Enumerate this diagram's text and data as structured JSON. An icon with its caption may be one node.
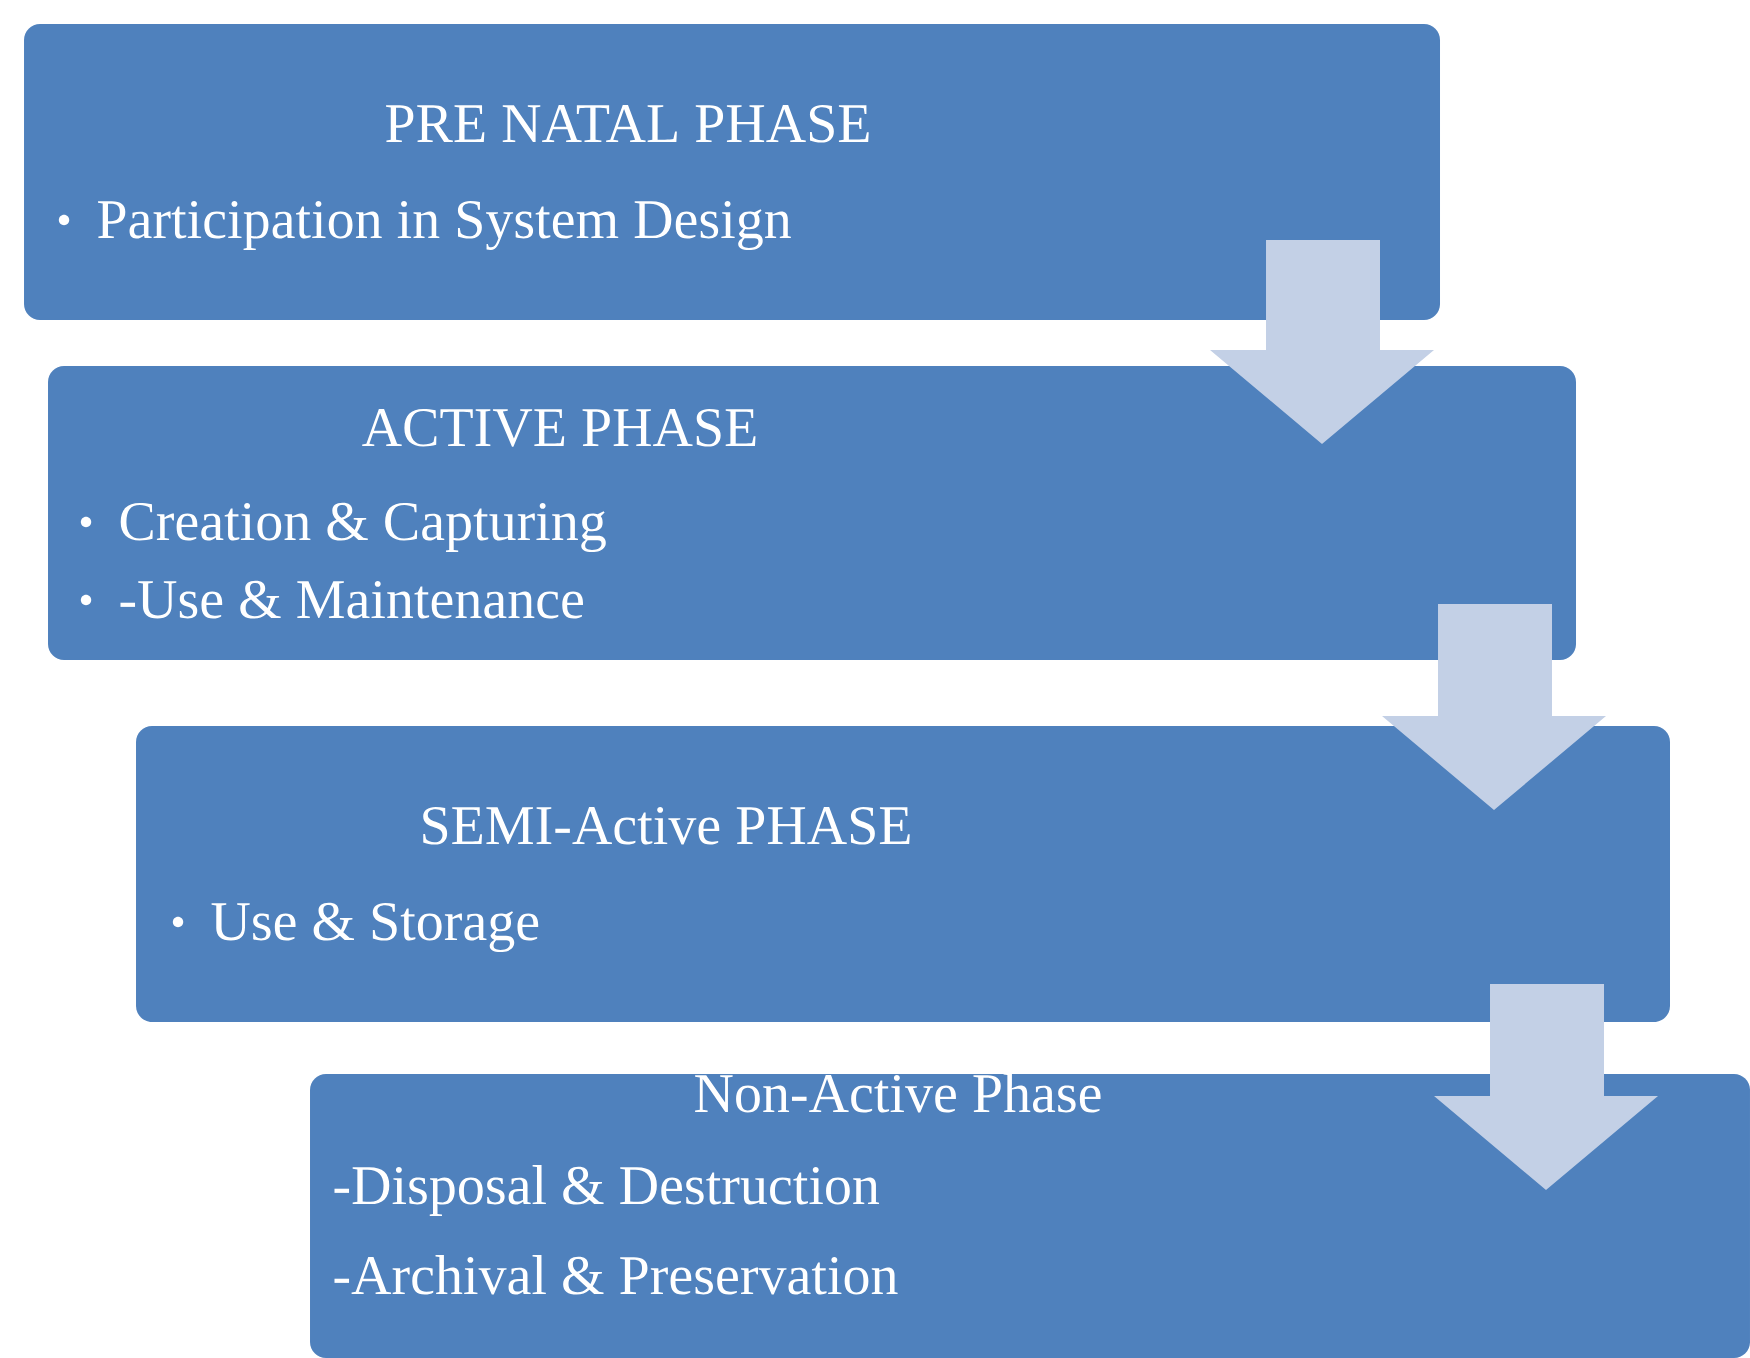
{
  "diagram": {
    "nodes": [
      {
        "text": [
          "PRE NATAL PHASE",
          "Participation in System Design"
        ]
      },
      {
        "text": [
          "ACTIVE PHASE",
          "Creation & Capturing",
          "-Use & Maintenance"
        ]
      },
      {
        "text": [
          "SEMI-Active PHASE",
          "Use & Storage"
        ]
      },
      {
        "text": [
          "Non-Active Phase",
          "-Disposal & Destruction",
          "-Archival & Preservation"
        ]
      }
    ],
    "edges": [
      {
        "from": 0,
        "to": 1,
        "arrow": "to"
      },
      {
        "from": 1,
        "to": 2,
        "arrow": "to"
      },
      {
        "from": 2,
        "to": 3,
        "arrow": "to"
      }
    ]
  }
}
